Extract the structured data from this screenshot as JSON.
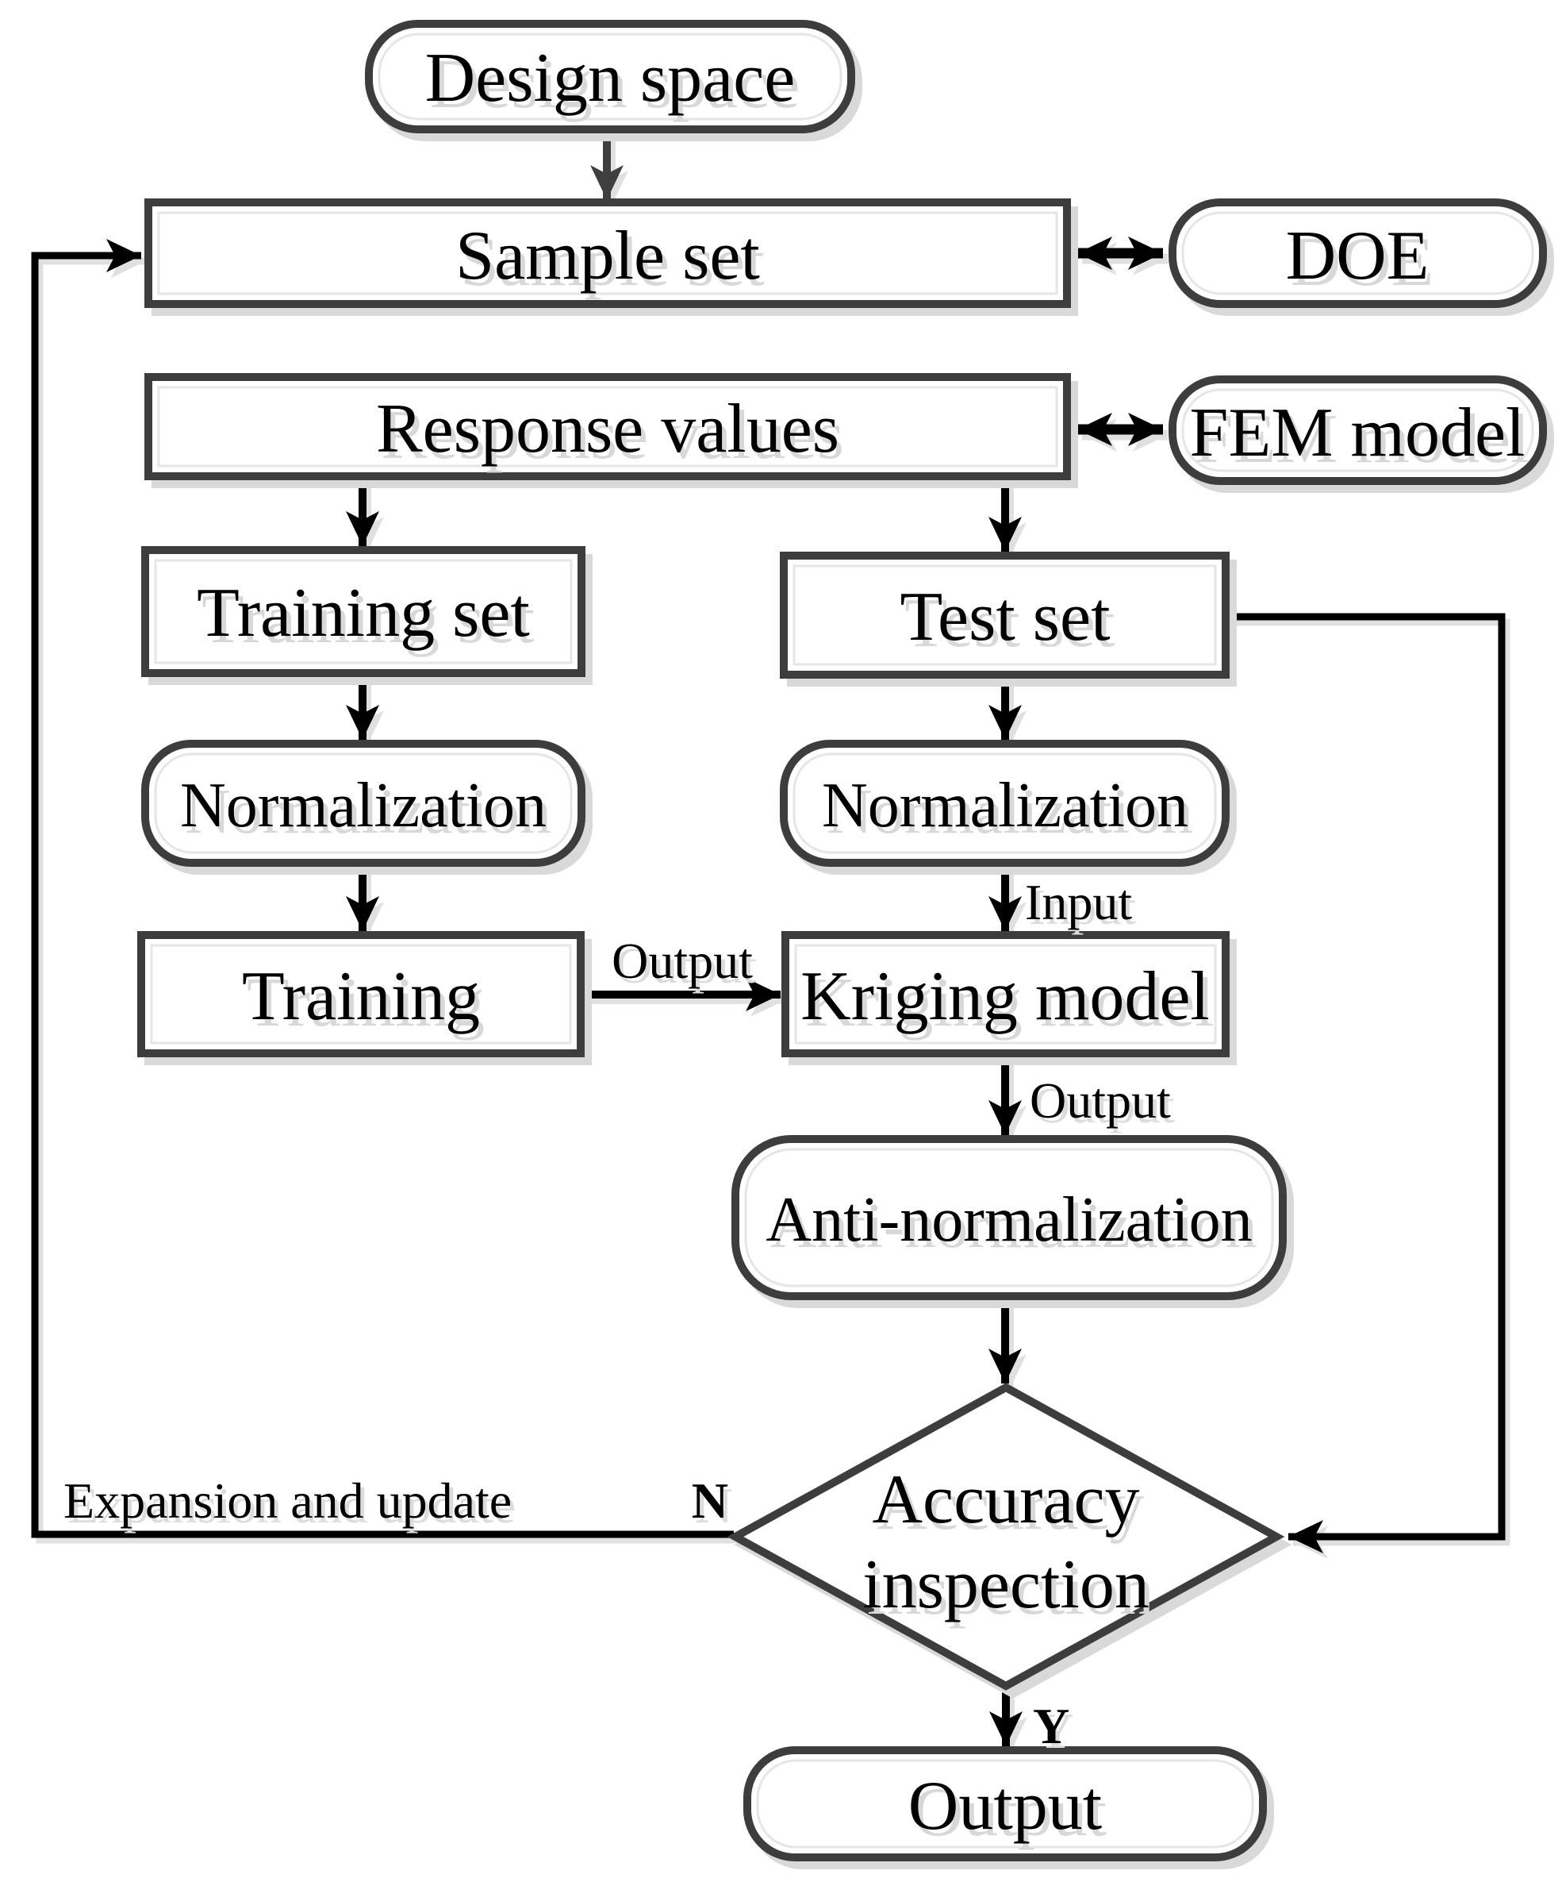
{
  "diagram": {
    "background": "#ffffff",
    "type": "flowchart"
  },
  "colors": {
    "box_border": "#3d3d3d",
    "box_fill": "#ffffff",
    "inner_bevel": "#e6e6e6",
    "arrow": "#000000",
    "first_arrow": "#3f3f3f",
    "shadow": "#d9d9d9",
    "text": "#000000"
  },
  "nodes": {
    "design_space": {
      "label": "Design space",
      "shape": "rounded"
    },
    "sample_set": {
      "label": "Sample set",
      "shape": "rect"
    },
    "doe": {
      "label": "DOE",
      "shape": "rounded"
    },
    "response_values": {
      "label": "Response values",
      "shape": "rect"
    },
    "fem_model": {
      "label": "FEM model",
      "shape": "rounded"
    },
    "training_set": {
      "label": "Training set",
      "shape": "rect"
    },
    "test_set": {
      "label": "Test set",
      "shape": "rect"
    },
    "normalization_left": {
      "label": "Normalization",
      "shape": "rounded"
    },
    "normalization_right": {
      "label": "Normalization",
      "shape": "rounded"
    },
    "training": {
      "label": "Training",
      "shape": "rect"
    },
    "kriging_model": {
      "label": "Kriging model",
      "shape": "rect"
    },
    "anti_normalization": {
      "label": "Anti-normalization",
      "shape": "rounded"
    },
    "accuracy_inspection": {
      "label_line1": "Accuracy",
      "label_line2": "inspection",
      "shape": "diamond"
    },
    "output": {
      "label": "Output",
      "shape": "rounded"
    }
  },
  "edge_labels": {
    "training_output": "Output",
    "kriging_input": "Input",
    "kriging_output": "Output",
    "branch_no": "N",
    "branch_yes": "Y",
    "feedback": "Expansion and update"
  }
}
